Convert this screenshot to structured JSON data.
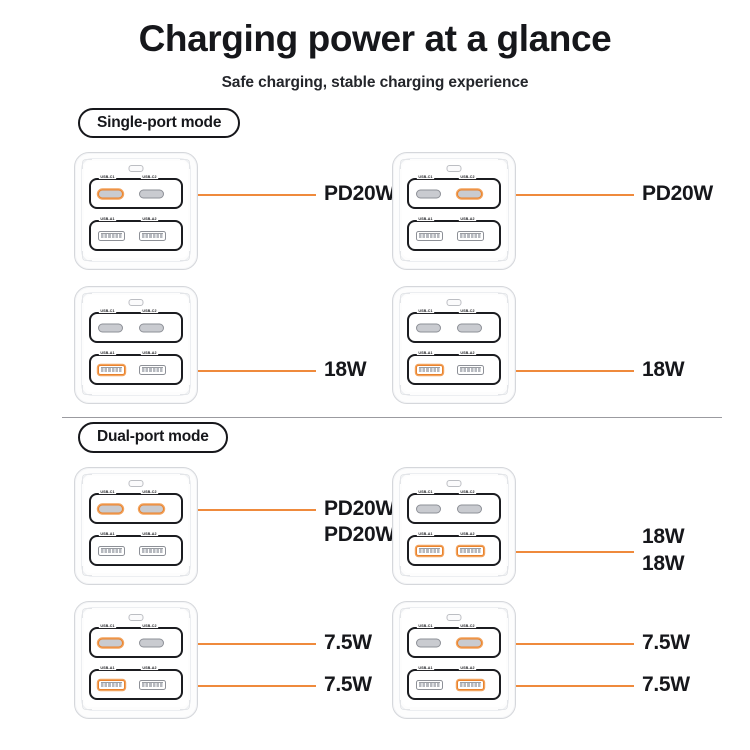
{
  "header": {
    "title": "Charging power at a glance",
    "subtitle": "Safe charging, stable charging experience"
  },
  "accent_color": "#ef8a3c",
  "text_color": "#16171b",
  "port_labels": {
    "c1": "USB-C1",
    "c2": "USB-C2",
    "a1": "USB-A1",
    "a2": "USB-A2"
  },
  "sections": [
    {
      "id": "single-port",
      "label": "Single-port mode",
      "diagrams": [
        {
          "id": "single-c1",
          "active_ports": [
            "c1"
          ],
          "callouts": [
            {
              "text": "PD20W",
              "row": "c"
            }
          ]
        },
        {
          "id": "single-c2",
          "active_ports": [
            "c2"
          ],
          "callouts": [
            {
              "text": "PD20W",
              "row": "c"
            }
          ]
        },
        {
          "id": "single-a1",
          "active_ports": [
            "a1"
          ],
          "callouts": [
            {
              "text": "18W",
              "row": "a"
            }
          ]
        },
        {
          "id": "single-a1-alt",
          "active_ports": [
            "a1"
          ],
          "callouts": [
            {
              "text": "18W",
              "row": "a"
            }
          ]
        }
      ]
    },
    {
      "id": "dual-port",
      "label": "Dual-port mode",
      "diagrams": [
        {
          "id": "dual-c1-c2",
          "active_ports": [
            "c1",
            "c2"
          ],
          "callouts": [
            {
              "text": "PD20W",
              "row": "c"
            },
            {
              "text": "PD20W",
              "row": "c2"
            }
          ]
        },
        {
          "id": "dual-a1-a2",
          "active_ports": [
            "a1",
            "a2"
          ],
          "callouts": [
            {
              "text": "18W",
              "row": "a-up"
            },
            {
              "text": "18W",
              "row": "a-dn"
            }
          ]
        },
        {
          "id": "dual-c1-a1",
          "active_ports": [
            "c1",
            "a1"
          ],
          "callouts": [
            {
              "text": "7.5W",
              "row": "c"
            },
            {
              "text": "7.5W",
              "row": "a"
            }
          ]
        },
        {
          "id": "dual-c2-a2",
          "active_ports": [
            "c2",
            "a2"
          ],
          "callouts": [
            {
              "text": "7.5W",
              "row": "c"
            },
            {
              "text": "7.5W",
              "row": "a"
            }
          ]
        }
      ]
    }
  ]
}
